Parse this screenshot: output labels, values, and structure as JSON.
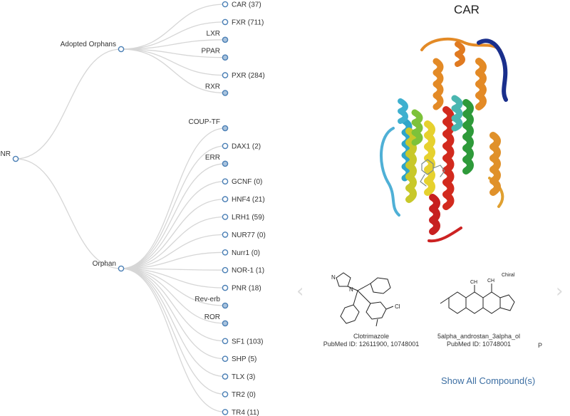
{
  "tree": {
    "root": "NR",
    "groups": [
      {
        "label": "Adopted Orphans",
        "children": [
          {
            "label": "CAR (37)",
            "expandable": false
          },
          {
            "label": "FXR (711)",
            "expandable": false
          },
          {
            "label": "LXR",
            "expandable": true
          },
          {
            "label": "PPAR",
            "expandable": true
          },
          {
            "label": "PXR (284)",
            "expandable": false
          },
          {
            "label": "RXR",
            "expandable": true
          }
        ]
      },
      {
        "label": "Orphan",
        "children": [
          {
            "label": "COUP-TF",
            "expandable": true
          },
          {
            "label": "DAX1 (2)",
            "expandable": false
          },
          {
            "label": "ERR",
            "expandable": true
          },
          {
            "label": "GCNF (0)",
            "expandable": false
          },
          {
            "label": "HNF4 (21)",
            "expandable": false
          },
          {
            "label": "LRH1 (59)",
            "expandable": false
          },
          {
            "label": "NUR77 (0)",
            "expandable": false
          },
          {
            "label": "Nurr1 (0)",
            "expandable": false
          },
          {
            "label": "NOR-1 (1)",
            "expandable": false
          },
          {
            "label": "PNR (18)",
            "expandable": false
          },
          {
            "label": "Rev-erb",
            "expandable": true
          },
          {
            "label": "ROR",
            "expandable": true
          },
          {
            "label": "SF1 (103)",
            "expandable": false
          },
          {
            "label": "SHP (5)",
            "expandable": false
          },
          {
            "label": "TLX (3)",
            "expandable": false
          },
          {
            "label": "TR2 (0)",
            "expandable": false
          },
          {
            "label": "TR4 (11)",
            "expandable": false
          }
        ]
      }
    ]
  },
  "colors": {
    "link": "#d6d6d6",
    "node_stroke": "#4a7fb5",
    "node_leaf_fill": "#ffffff",
    "node_collapsed_fill": "#a9c3dd",
    "link_text": "#3d6fa3"
  },
  "detail": {
    "title": "CAR",
    "compounds": [
      {
        "name": "Clotrimazole",
        "pubmed": "PubMed ID: 12611900, 10748001"
      },
      {
        "name": "5alpha_androstan_3alpha_ol",
        "pubmed": "PubMed ID: 10748001"
      }
    ],
    "structure_text": {
      "clotrimazole_atoms": [
        "N",
        "N",
        "Cl"
      ],
      "androstanol_atoms": [
        "CH",
        "CH",
        "Chiral"
      ]
    },
    "partial_label": "P",
    "show_all": "Show All Compound(s)",
    "prev_icon": "chevron-left-icon",
    "next_icon": "chevron-right-icon"
  }
}
